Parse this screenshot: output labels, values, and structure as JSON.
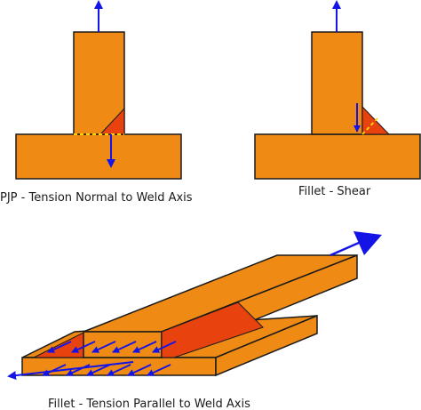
{
  "colors": {
    "plate": "#ef8a14",
    "weld": "#e8420f",
    "outline": "#1a1a1a",
    "arrow": "#1414e6",
    "weld_line": "#ffd400",
    "background": "#ffffff"
  },
  "panels": {
    "pjp": {
      "caption": "PJP - Tension Normal to Weld Axis"
    },
    "shear": {
      "caption": "Fillet - Shear"
    },
    "parallel": {
      "caption": "Fillet - Tension Parallel to Weld Axis"
    }
  }
}
